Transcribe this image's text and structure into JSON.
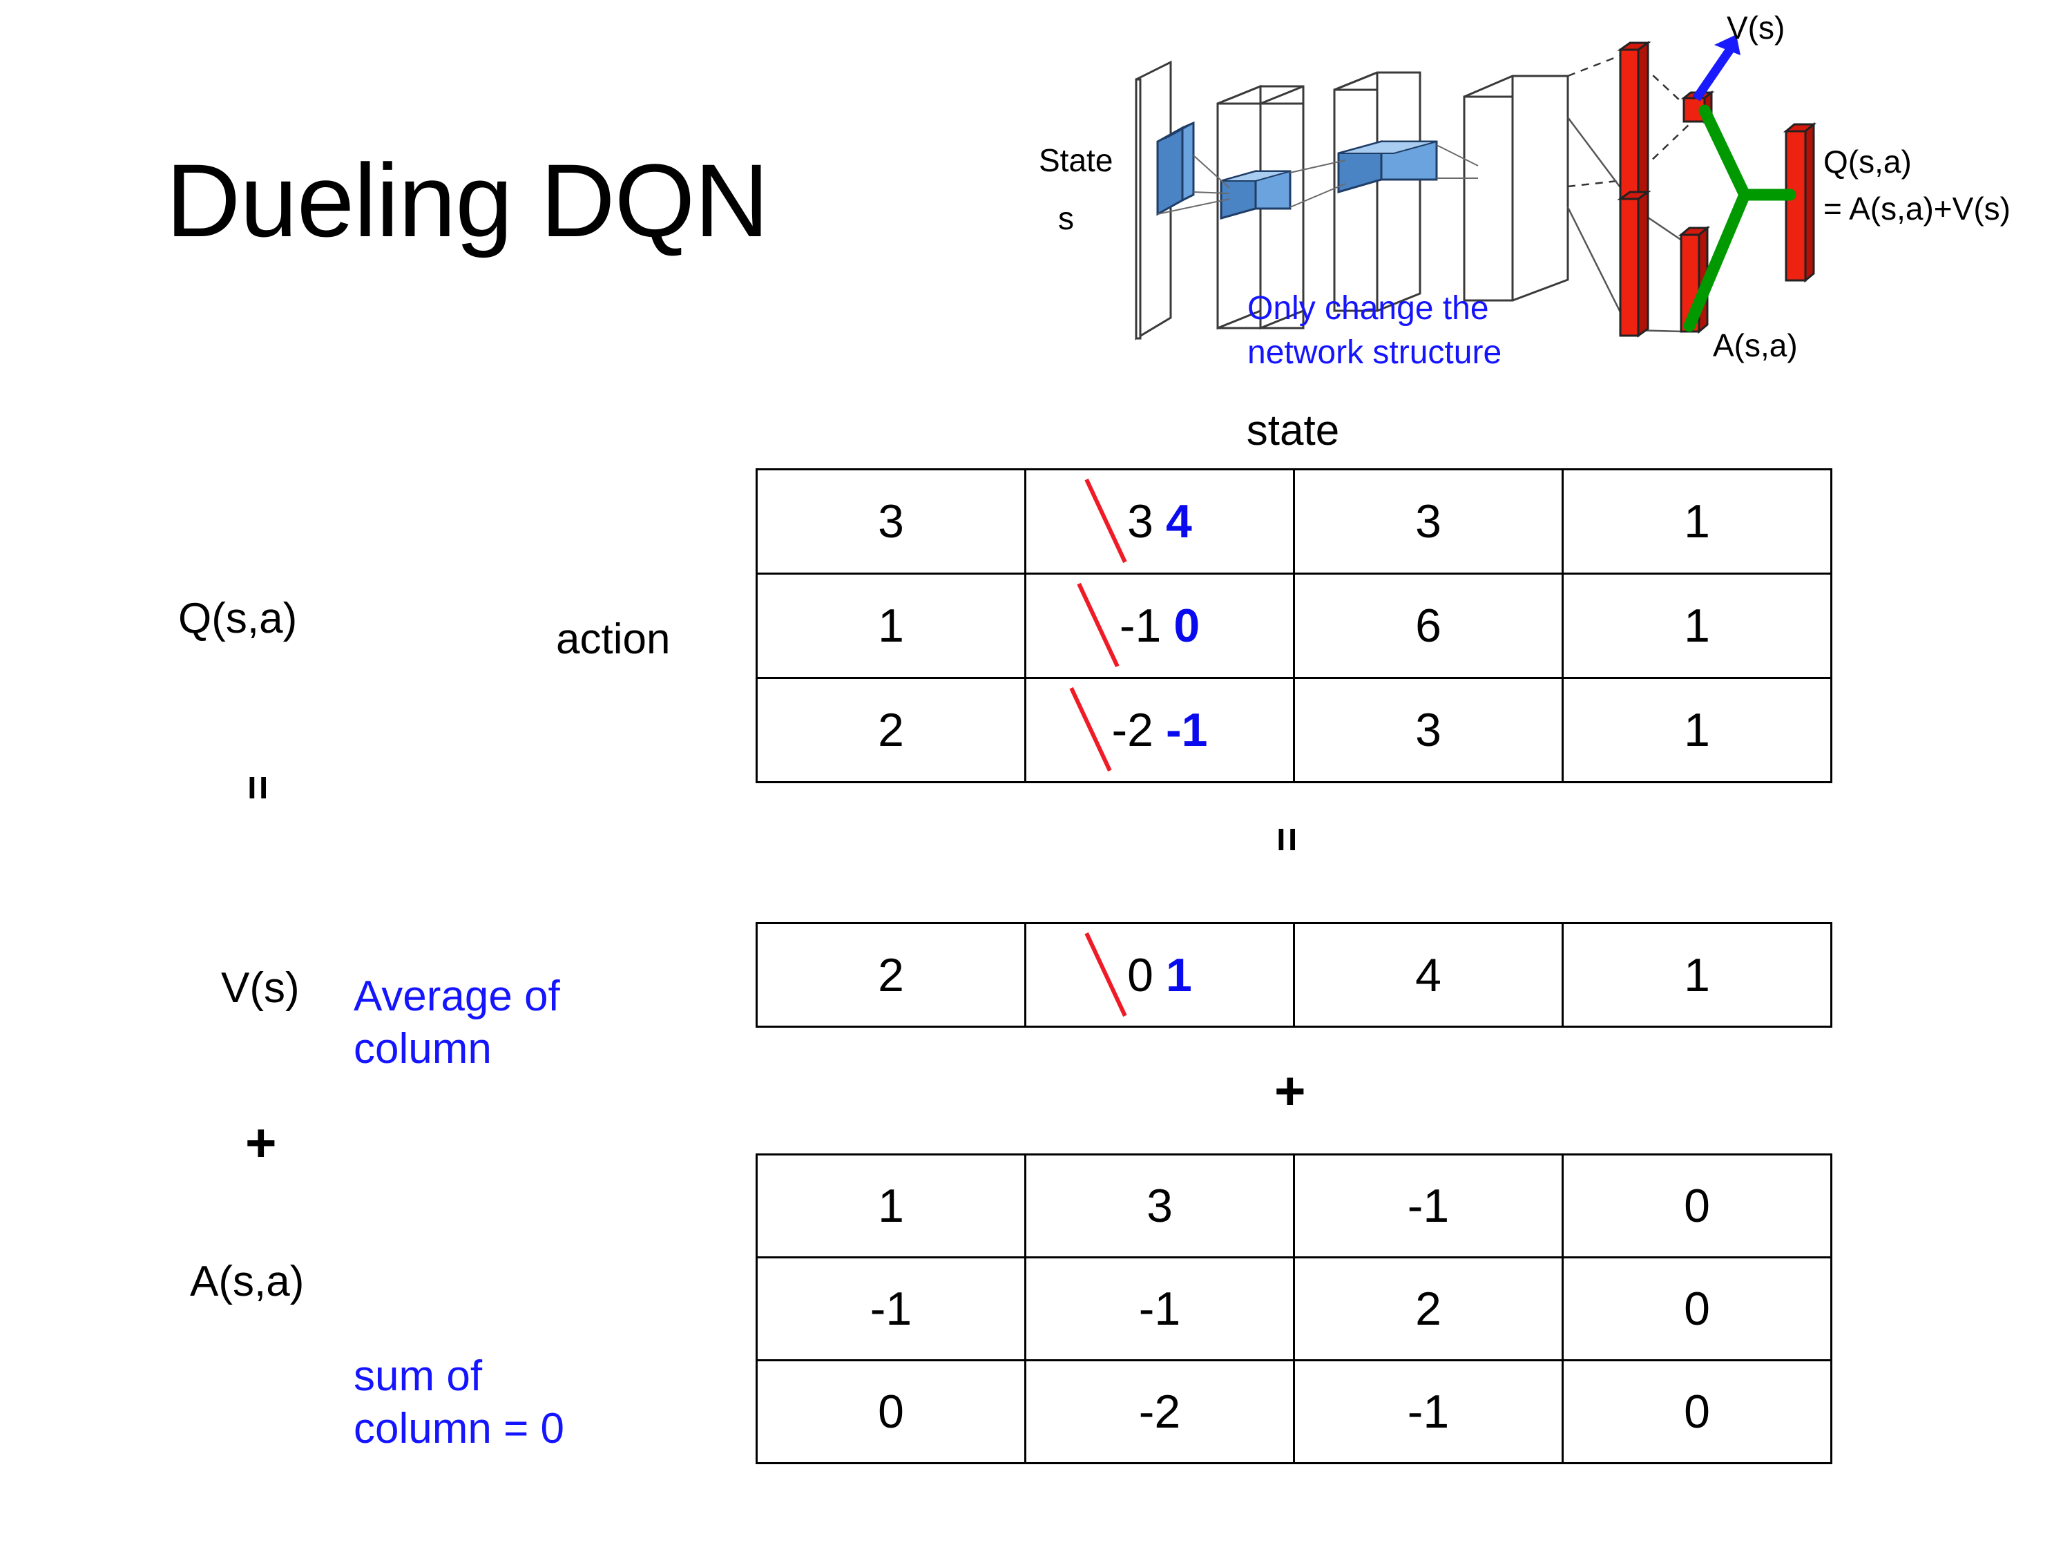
{
  "page_title": "Dueling DQN",
  "network_diagram": {
    "input_label_line1": "State",
    "input_label_line2": "s",
    "note_line1": "Only change the",
    "note_line2": "network structure",
    "value_label": "V(s)",
    "advantage_label": "A(s,a)",
    "q_label_line1": "Q(s,a)",
    "q_label_line2": "= A(s,a)+V(s)",
    "colors": {
      "note_text": "#1414ff",
      "value_arrow": "#1a1aff",
      "stream_bar": "#ee2211",
      "combine_link": "#009900",
      "conv_block": "#5b9bd5"
    }
  },
  "axis_labels": {
    "state": "state",
    "action": "action"
  },
  "row_labels": {
    "q": "Q(s,a)",
    "v": "V(s)",
    "a": "A(s,a)",
    "eq_left": "=",
    "plus_left": "+"
  },
  "operators": {
    "between_q_and_v": "=",
    "between_v_and_a": "+"
  },
  "annotations": {
    "v_note_line1": "Average of",
    "v_note_line2": "column",
    "a_note_line1": "sum of",
    "a_note_line2": "column = 0",
    "color": "#1414ff"
  },
  "chart_data": {
    "type": "table",
    "title": "Dueling DQN",
    "xlabel": "state",
    "ylabel": "action",
    "tables": [
      {
        "name": "Q(s,a)",
        "rows": 3,
        "cols": 4,
        "values": [
          [
            "3",
            "3",
            "3",
            "1"
          ],
          [
            "1",
            "-1",
            "6",
            "1"
          ],
          [
            "2",
            "-2",
            "3",
            "1"
          ]
        ],
        "edits": [
          {
            "row": 0,
            "col": 1,
            "old": "3",
            "new": "4"
          },
          {
            "row": 1,
            "col": 1,
            "old": "-1",
            "new": "0"
          },
          {
            "row": 2,
            "col": 1,
            "old": "-2",
            "new": "-1"
          }
        ]
      },
      {
        "name": "V(s)",
        "rows": 1,
        "cols": 4,
        "values": [
          [
            "2",
            "0",
            "4",
            "1"
          ]
        ],
        "edits": [
          {
            "row": 0,
            "col": 1,
            "old": "0",
            "new": "1"
          }
        ]
      },
      {
        "name": "A(s,a)",
        "rows": 3,
        "cols": 4,
        "values": [
          [
            "1",
            "3",
            "-1",
            "0"
          ],
          [
            "-1",
            "-1",
            "2",
            "0"
          ],
          [
            "0",
            "-2",
            "-1",
            "0"
          ]
        ],
        "edits": []
      }
    ],
    "relation": "Q(s,a) = V(s) + A(s,a)",
    "edit_marker_colors": {
      "strike": "#ef1b26",
      "replacement": "#0a0aee"
    }
  }
}
